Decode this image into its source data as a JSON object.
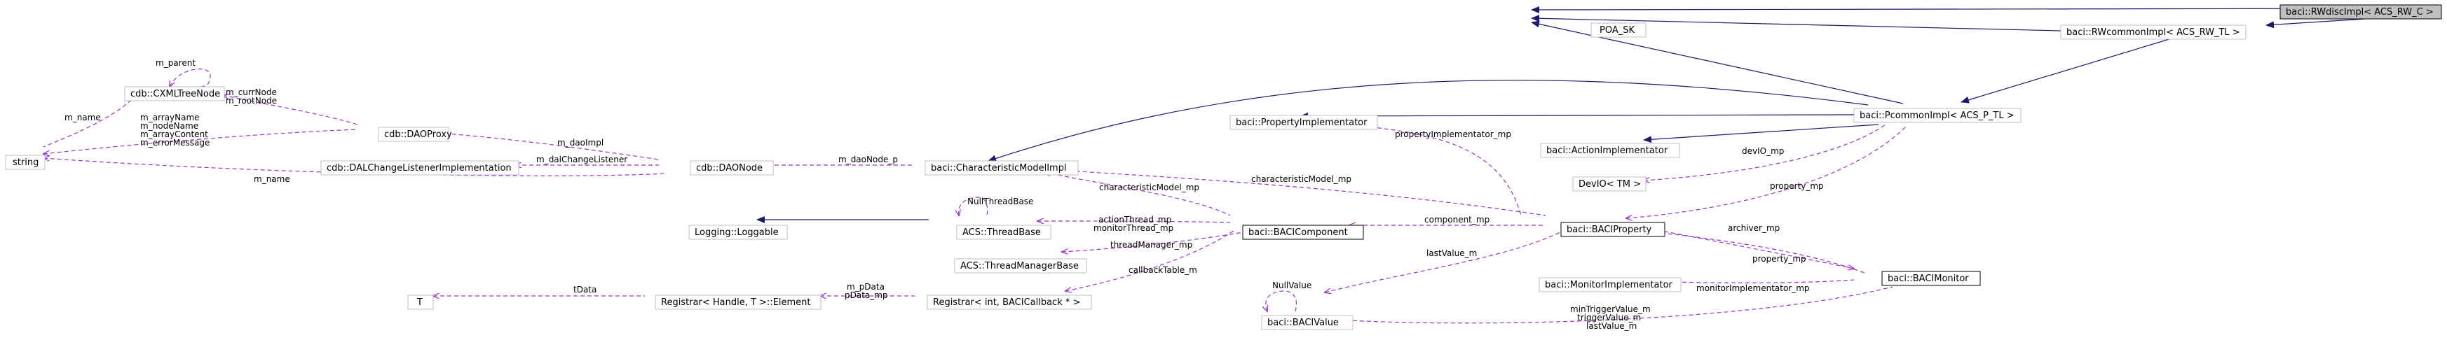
{
  "nodes": {
    "rwdisc": "baci::RWdiscImpl< ACS_RW_C >",
    "poa": "POA_SK",
    "rwcommon": "baci::RWcommonImpl< ACS_RW_TL >",
    "pcommon": "baci::PcommonImpl< ACS_P_TL >",
    "cxml": "cdb::CXMLTreeNode",
    "daoproxy": "cdb::DAOProxy",
    "string": "string",
    "dalchange": "cdb::DALChangeListenerImplementation",
    "daonode": "cdb::DAONode",
    "charmodel": "baci::CharacteristicModelImpl",
    "propimpl": "baci::PropertyImplementator",
    "actimpl": "baci::ActionImplementator",
    "devio": "DevIO< TM >",
    "loggable": "Logging::Loggable",
    "threadbase": "ACS::ThreadBase",
    "bacicomp": "baci::BACIComponent",
    "baciprop": "baci::BACIProperty",
    "threadmgr": "ACS::ThreadManagerBase",
    "monimpl": "baci::MonitorImplementator",
    "bacimon": "baci::BACIMonitor",
    "t": "T",
    "regelem": "Registrar< Handle, T >::Element",
    "registrar": "Registrar< int, BACICallback * >",
    "bacivalue": "baci::BACIValue"
  },
  "labels": {
    "m_parent": "m_parent",
    "m_name": "m_name",
    "m_currNode": "m_currNode",
    "m_rootNode": "m_rootNode",
    "m_arrayName": "m_arrayName",
    "m_nodeName": "m_nodeName",
    "m_arrayContent": "m_arrayContent",
    "m_errorMessage": "m_errorMessage",
    "m_daoImpl": "m_daoImpl",
    "m_dalChangeListener": "m_dalChangeListener",
    "m_name2": "m_name",
    "m_daoNode_p": "m_daoNode_p",
    "propertyImplementator_mp": "propertyImplementator_mp",
    "devIO_mp": "devIO_mp",
    "property_mp": "property_mp",
    "characteristicModel_mp": "characteristicModel_mp",
    "characteristicModel_mp2": "characteristicModel_mp",
    "NullThreadBase": "NullThreadBase",
    "actionThread_mp": "actionThread_mp",
    "monitorThread_mp": "monitorThread_mp",
    "component_mp": "component_mp",
    "threadManager_mp": "threadManager_mp",
    "archiver_mp": "archiver_mp",
    "property_mp2": "property_mp",
    "lastValue_m": "lastValue_m",
    "callbackTable_m": "callbackTable_m",
    "tData": "tData",
    "m_pData": "m_pData",
    "pData_mp": "pData_mp",
    "monitorImplementator_mp": "monitorImplementator_mp",
    "NullValue": "NullValue",
    "minTriggerValue_m": "minTriggerValue_m",
    "triggerValue_m": "triggerValue_m",
    "lastValue_m2": "lastValue_m"
  },
  "colors": {
    "inheritance_edge": "#191970",
    "usage_edge": "#9a32cd",
    "highlight_node": "#bfbfbf",
    "node_border": "#bfbfbf"
  }
}
